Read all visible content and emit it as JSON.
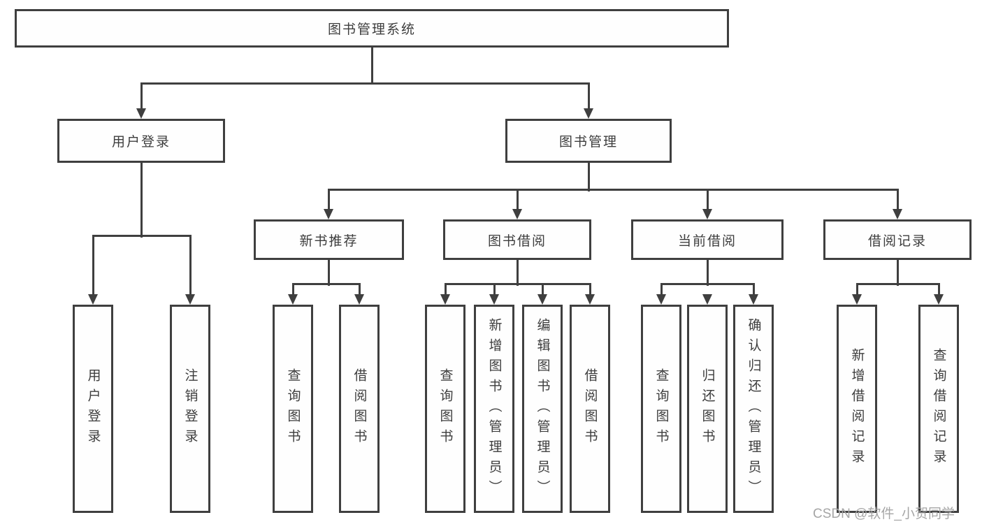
{
  "diagram_title": "图书管理系统",
  "tree": {
    "root": {
      "label": "图书管理系统",
      "children": [
        {
          "label": "用户登录",
          "children": [
            {
              "label": "用户登录"
            },
            {
              "label": "注销登录"
            }
          ]
        },
        {
          "label": "图书管理",
          "children": [
            {
              "label": "新书推荐",
              "children": [
                {
                  "label": "查询图书"
                },
                {
                  "label": "借阅图书"
                }
              ]
            },
            {
              "label": "图书借阅",
              "children": [
                {
                  "label": "查询图书"
                },
                {
                  "label": "新增图书（管理员）"
                },
                {
                  "label": "编辑图书（管理员）"
                },
                {
                  "label": "借阅图书"
                }
              ]
            },
            {
              "label": "当前借阅",
              "children": [
                {
                  "label": "查询图书"
                },
                {
                  "label": "归还图书"
                },
                {
                  "label": "确认归还（管理员）"
                }
              ]
            },
            {
              "label": "借阅记录",
              "children": [
                {
                  "label": "新增借阅记录"
                },
                {
                  "label": "查询借阅记录"
                }
              ]
            }
          ]
        }
      ]
    }
  },
  "watermark": "CSDN @软件_小贺同学",
  "colors": {
    "line": "#3f3f3f",
    "text": "#3d3d3d",
    "background": "#ffffff",
    "watermark": "#a6a6a6"
  }
}
